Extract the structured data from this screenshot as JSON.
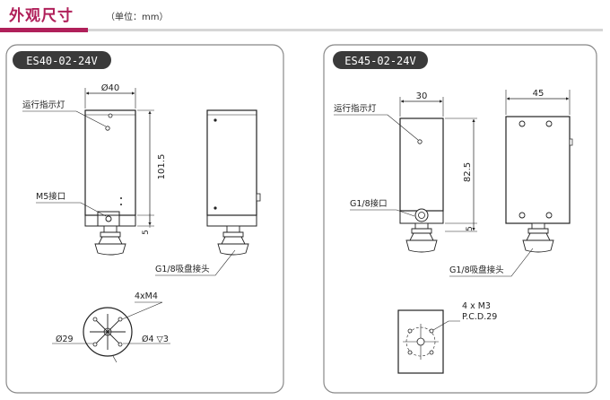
{
  "header": {
    "title": "外观尺寸",
    "unit_note": "（单位：mm）",
    "accent_color": "#b0205a"
  },
  "panels": [
    {
      "model": "ES40-02-24V",
      "labels": {
        "indicator": "运行指示灯",
        "port": "M5接口",
        "suction_joint": "G1/8吸盘接头",
        "mounting_holes": "4xM4",
        "bolt_circle_dia": "Ø29",
        "hole_spec": "Ø4 ▽3"
      },
      "dims": {
        "width": "Ø40",
        "height": "101.5",
        "bottom_offset": "5"
      }
    },
    {
      "model": "ES45-02-24V",
      "labels": {
        "indicator": "运行指示灯",
        "port": "G1/8接口",
        "suction_joint": "G1/8吸盘接头",
        "mounting_holes": "4 x M3",
        "pcd": "P.C.D.29"
      },
      "dims": {
        "width": "30",
        "depth": "45",
        "height": "82.5",
        "bottom_offset": "5"
      }
    }
  ]
}
